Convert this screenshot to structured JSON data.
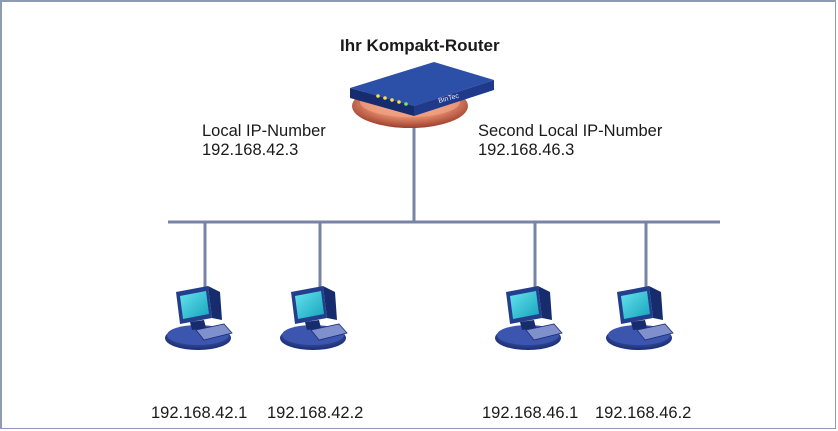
{
  "router": {
    "title": "Ihr Kompakt-Router",
    "brand": "BinTec",
    "local_label": "Local IP-Number",
    "local_ip": "192.168.42.3",
    "second_label": "Second Local IP-Number",
    "second_ip": "192.168.46.3"
  },
  "hosts": [
    {
      "ip": "192.168.42.1"
    },
    {
      "ip": "192.168.42.2"
    },
    {
      "ip": "192.168.46.1"
    },
    {
      "ip": "192.168.46.2"
    }
  ],
  "colors": {
    "line": "#7884a6",
    "router_body": "#1f3a8a",
    "router_base": "#e07a5c",
    "pc_screen": "#21c4d6",
    "pc_body": "#233e8c",
    "frame": "#8e9bb3"
  }
}
